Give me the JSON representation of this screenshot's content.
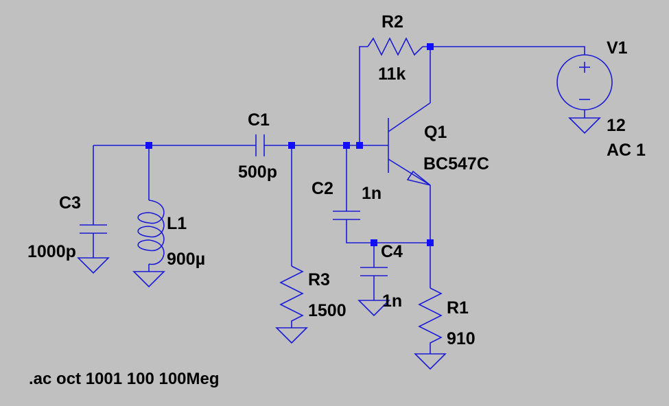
{
  "schematic": {
    "components": {
      "r2": {
        "name": "R2",
        "value": "11k"
      },
      "v1": {
        "name": "V1",
        "value": "12",
        "value2": "AC 1"
      },
      "c1": {
        "name": "C1",
        "value": "500p"
      },
      "q1": {
        "name": "Q1",
        "value": "BC547C"
      },
      "c2": {
        "name": "C2",
        "value": "1n"
      },
      "c3": {
        "name": "C3",
        "value": "1000p"
      },
      "l1": {
        "name": "L1",
        "value": "900µ"
      },
      "c4": {
        "name": "C4",
        "value": "1n"
      },
      "r3": {
        "name": "R3",
        "value": "1500"
      },
      "r1": {
        "name": "R1",
        "value": "910"
      }
    },
    "directive": ".ac oct 1001 100 100Meg",
    "colors": {
      "background": "#c0c0c0",
      "wire": "#1a1ad6",
      "junction": "#1010ff",
      "text": "#000000"
    }
  }
}
